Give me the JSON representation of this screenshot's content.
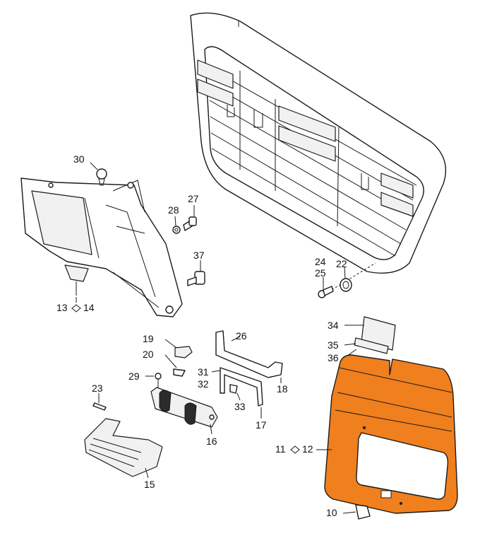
{
  "accent_color": "#f07f1e",
  "callouts": {
    "c30": "30",
    "c27": "27",
    "c28": "28",
    "c37": "37",
    "c13_14": "13",
    "c13_14b": "14",
    "c24": "24",
    "c25": "25",
    "c22": "22",
    "c34": "34",
    "c35": "35",
    "c36": "36",
    "c19": "19",
    "c20": "20",
    "c26": "26",
    "c29": "29",
    "c31": "31",
    "c32": "32",
    "c18": "18",
    "c23": "23",
    "c33": "33",
    "c17": "17",
    "c16": "16",
    "c11_12a": "11",
    "c11_12b": "12",
    "c15": "15",
    "c10": "10"
  }
}
